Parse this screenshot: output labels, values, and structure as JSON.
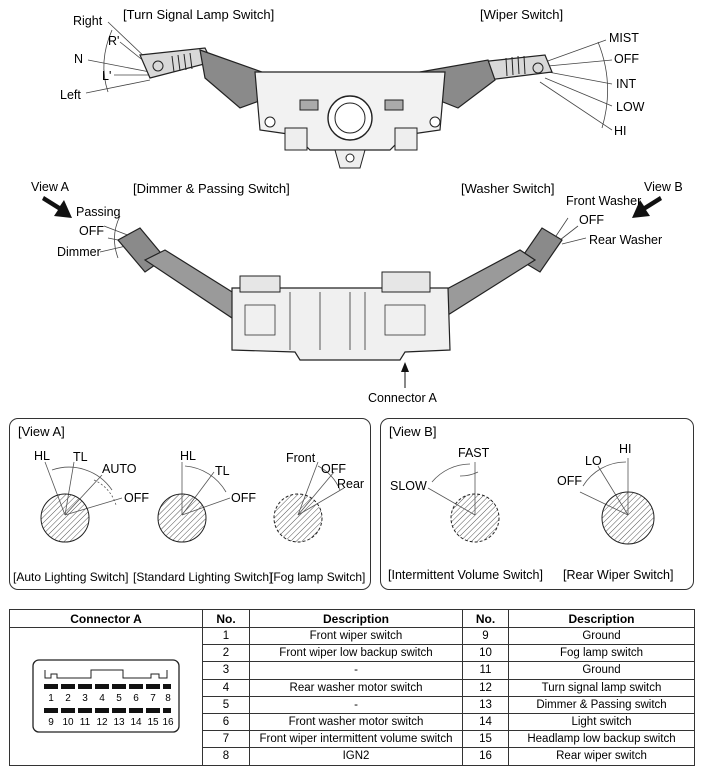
{
  "top": {
    "turn_signal_title": "[Turn Signal Lamp Switch]",
    "wiper_title": "[Wiper Switch]",
    "turn_positions": [
      "Right",
      "R'",
      "N",
      "L'",
      "Left"
    ],
    "wiper_positions": [
      "MIST",
      "OFF",
      "INT",
      "LOW",
      "HI"
    ]
  },
  "middle": {
    "view_a": "View A",
    "view_b": "View B",
    "dimmer_title": "[Dimmer & Passing Switch]",
    "washer_title": "[Washer Switch]",
    "dimmer_positions": [
      "Passing",
      "OFF",
      "Dimmer"
    ],
    "washer_positions": [
      "Front Washer",
      "OFF",
      "Rear Washer"
    ],
    "connector_label": "Connector A"
  },
  "view_a": {
    "title": "[View A]",
    "auto": {
      "labels": [
        "HL",
        "TL",
        "AUTO",
        "OFF"
      ],
      "caption": "[Auto Lighting Switch]"
    },
    "standard": {
      "labels": [
        "HL",
        "TL",
        "OFF"
      ],
      "caption": "[Standard Lighting Switch]"
    },
    "fog": {
      "labels": [
        "Front",
        "OFF",
        "Rear"
      ],
      "caption": "[Fog lamp Switch]"
    }
  },
  "view_b": {
    "title": "[View B]",
    "intermittent": {
      "labels": [
        "FAST",
        "SLOW"
      ],
      "caption": "[Intermittent Volume Switch]"
    },
    "rear_wiper": {
      "labels": [
        "HI",
        "LO",
        "OFF"
      ],
      "caption": "[Rear Wiper Switch]"
    }
  },
  "table": {
    "headers": [
      "Connector A",
      "No.",
      "Description",
      "No.",
      "Description"
    ],
    "pin_numbers_top": [
      "1",
      "2",
      "3",
      "4",
      "5",
      "6",
      "7",
      "8"
    ],
    "pin_numbers_bottom": [
      "9",
      "10",
      "11",
      "12",
      "13",
      "14",
      "15",
      "16"
    ],
    "left": [
      {
        "no": "1",
        "desc": "Front wiper switch"
      },
      {
        "no": "2",
        "desc": "Front wiper low backup switch"
      },
      {
        "no": "3",
        "desc": "-"
      },
      {
        "no": "4",
        "desc": "Rear washer motor switch"
      },
      {
        "no": "5",
        "desc": "-"
      },
      {
        "no": "6",
        "desc": "Front washer motor switch"
      },
      {
        "no": "7",
        "desc": "Front wiper intermittent volume switch"
      },
      {
        "no": "8",
        "desc": "IGN2"
      }
    ],
    "right": [
      {
        "no": "9",
        "desc": "Ground"
      },
      {
        "no": "10",
        "desc": "Fog lamp switch"
      },
      {
        "no": "11",
        "desc": "Ground"
      },
      {
        "no": "12",
        "desc": "Turn signal lamp switch"
      },
      {
        "no": "13",
        "desc": "Dimmer & Passing switch"
      },
      {
        "no": "14",
        "desc": "Light switch"
      },
      {
        "no": "15",
        "desc": "Headlamp low backup switch"
      },
      {
        "no": "16",
        "desc": "Rear wiper switch"
      }
    ]
  }
}
